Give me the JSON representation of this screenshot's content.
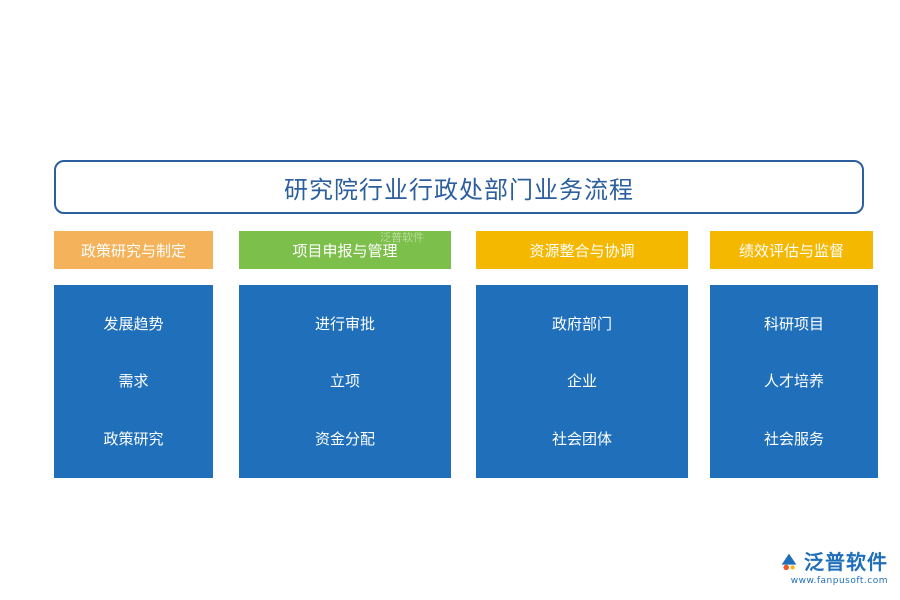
{
  "title": "研究院行业行政处部门业务流程",
  "columns": [
    {
      "header": "政策研究与制定",
      "header_color": "#f4b25a",
      "items": [
        "发展趋势",
        "需求",
        "政策研究"
      ]
    },
    {
      "header": "项目申报与管理",
      "header_color": "#7cbf4a",
      "items": [
        "进行审批",
        "立项",
        "资金分配"
      ]
    },
    {
      "header": "资源整合与协调",
      "header_color": "#f5b800",
      "items": [
        "政府部门",
        "企业",
        "社会团体"
      ]
    },
    {
      "header": "绩效评估与监督",
      "header_color": "#f5b800",
      "items": [
        "科研项目",
        "人才培养",
        "社会服务"
      ]
    }
  ],
  "colors": {
    "title_border": "#2c5f9e",
    "title_text": "#2c5f9e",
    "body_fill": "#1f6fba"
  },
  "watermark": "泛普软件",
  "logo": {
    "name": "泛普软件",
    "url": "www.fanpusoft.com",
    "icon": "fanpu-logo-icon"
  }
}
